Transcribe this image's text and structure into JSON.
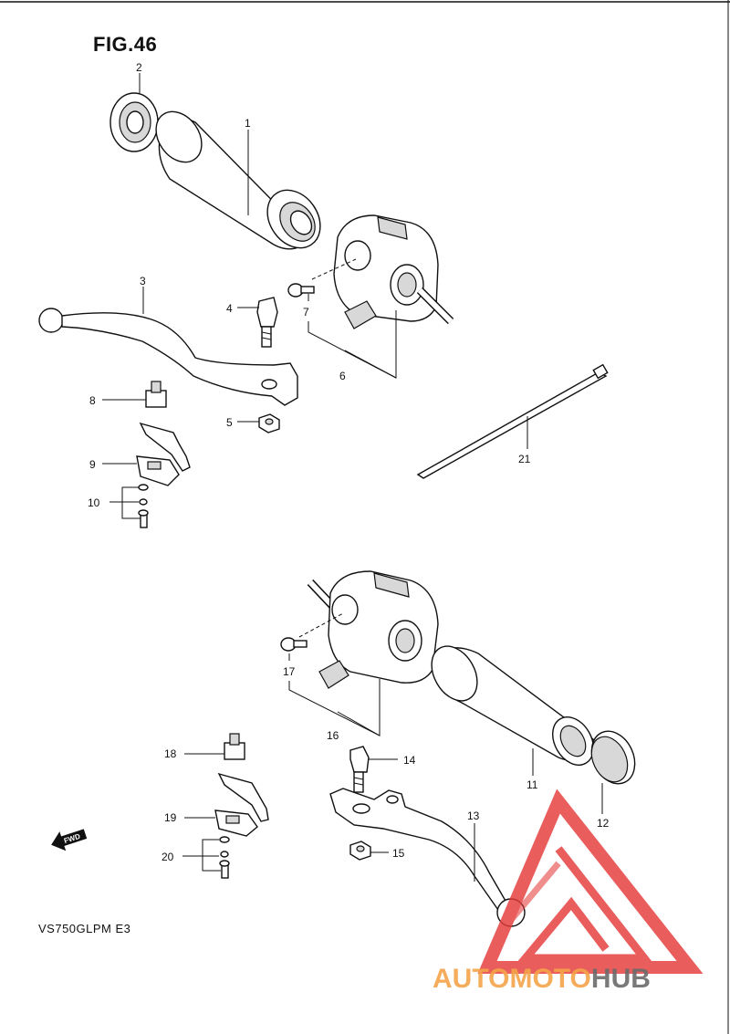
{
  "figure": {
    "title": "FIG.46",
    "model_code": "VS750GLPM E3"
  },
  "callouts": [
    "1",
    "2",
    "3",
    "4",
    "5",
    "6",
    "7",
    "8",
    "9",
    "10",
    "11",
    "12",
    "13",
    "14",
    "15",
    "16",
    "17",
    "18",
    "19",
    "20",
    "21"
  ],
  "fwd_arrow": {
    "label": "FWD",
    "icon": "fwd-arrow-icon"
  },
  "watermark": {
    "part1": "AUTOMOTO",
    "part2": "HUB",
    "colors": {
      "triangle": "#e53a3a",
      "auto": "#f5a44a",
      "hub": "#6b6b6b"
    }
  }
}
